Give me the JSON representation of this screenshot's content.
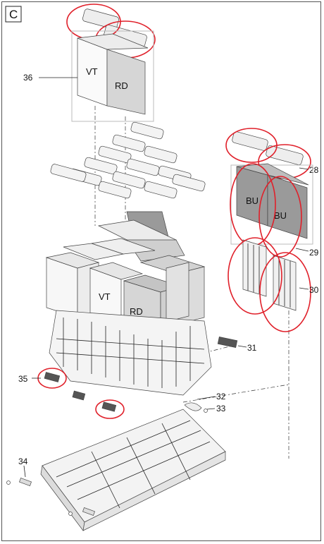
{
  "section_label": "C",
  "module_labels": {
    "vt_top": "VT",
    "rd_top": "RD",
    "bu_left": "BU",
    "bu_right": "BU",
    "vt_stack": "VT",
    "rd_stack": "RD"
  },
  "callouts": [
    "36",
    "28",
    "29",
    "30",
    "31",
    "35",
    "32",
    "33",
    "34"
  ],
  "colors": {
    "highlight": "#e0202a",
    "line": "#222222",
    "module_light": "#f4f4f4",
    "module_grey": "#cfcfcf",
    "module_dark": "#9a9a9a"
  }
}
